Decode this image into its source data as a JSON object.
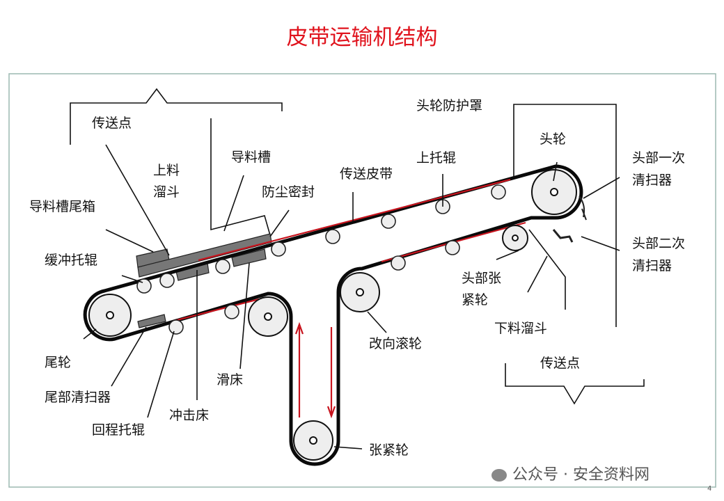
{
  "title": "皮带运输机结构",
  "labels": {
    "transfer_point_top": "传送点",
    "loading_chute_1": "上料",
    "loading_chute_2": "溜斗",
    "skirt_board": "导料槽",
    "tail_box": "导料槽尾箱",
    "dust_seal": "防尘密封",
    "belt": "传送皮带",
    "carry_idler": "上托辊",
    "head_guard": "头轮防护罩",
    "head_pulley": "头轮",
    "primary_cleaner_1": "头部一次",
    "primary_cleaner_2": "清扫器",
    "secondary_cleaner_1": "头部二次",
    "secondary_cleaner_2": "清扫器",
    "impact_idler": "缓冲托辊",
    "snub_1": "头部张",
    "snub_2": "紧轮",
    "discharge_chute": "下料溜斗",
    "bend_pulley": "改向滚轮",
    "transfer_point_bottom": "传送点",
    "tail_pulley": "尾轮",
    "tail_cleaner": "尾部清扫器",
    "return_idler": "回程托辊",
    "impact_bed": "冲击床",
    "slide_bed": "滑床",
    "take_up": "张紧轮"
  },
  "watermark": "公众号 · 安全资料网",
  "page_number": "4",
  "colors": {
    "title": "#e0141e",
    "flow": "#c8141e"
  }
}
